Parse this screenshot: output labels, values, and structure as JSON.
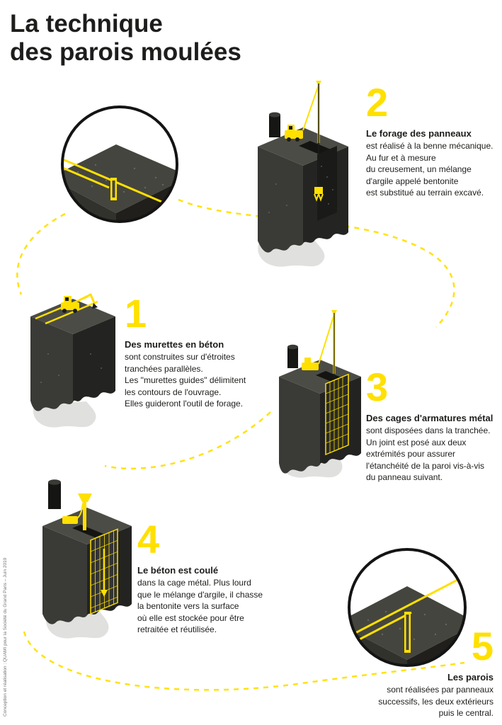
{
  "title": {
    "line1": "La technique",
    "line2": "des parois moulées"
  },
  "steps": [
    {
      "number": "1",
      "heading": "Des murettes en béton",
      "body": "sont construites sur d'étroites\ntranchées parallèles.\nLes \"murettes guides\" délimitent\nles contours de l'ouvrage.\nElles guideront l'outil de forage."
    },
    {
      "number": "2",
      "heading": "Le forage des panneaux",
      "body": "est réalisé à la benne mécanique.\nAu fur et à mesure\ndu creusement, un mélange\nd'argile appelé bentonite\nest substitué au terrain excavé."
    },
    {
      "number": "3",
      "heading": "Des cages d'armatures métal",
      "body": "sont disposées dans la tranchée.\nUn joint est posé aux deux\nextrémités pour assurer\nl'étanchéité de la paroi vis-à-vis\ndu panneau suivant."
    },
    {
      "number": "4",
      "heading": "Le béton est coulé",
      "body": "dans la cage métal. Plus lourd\nque le mélange d'argile, il chasse\nla bentonite vers la surface\noù elle est stockée pour être\nretraitée et réutilisée."
    },
    {
      "number": "5",
      "heading": "Les parois",
      "body": "sont réalisées par panneaux\nsuccessifs, les deux extérieurs\npuis le central."
    }
  ],
  "credit": "Conception et réalisation : QUAMI pour la Société du Grand Paris – Juin 2019",
  "colors": {
    "accent_yellow": "#FFE000",
    "block_dark": "#2b2b28",
    "text": "#1d1d1b"
  }
}
